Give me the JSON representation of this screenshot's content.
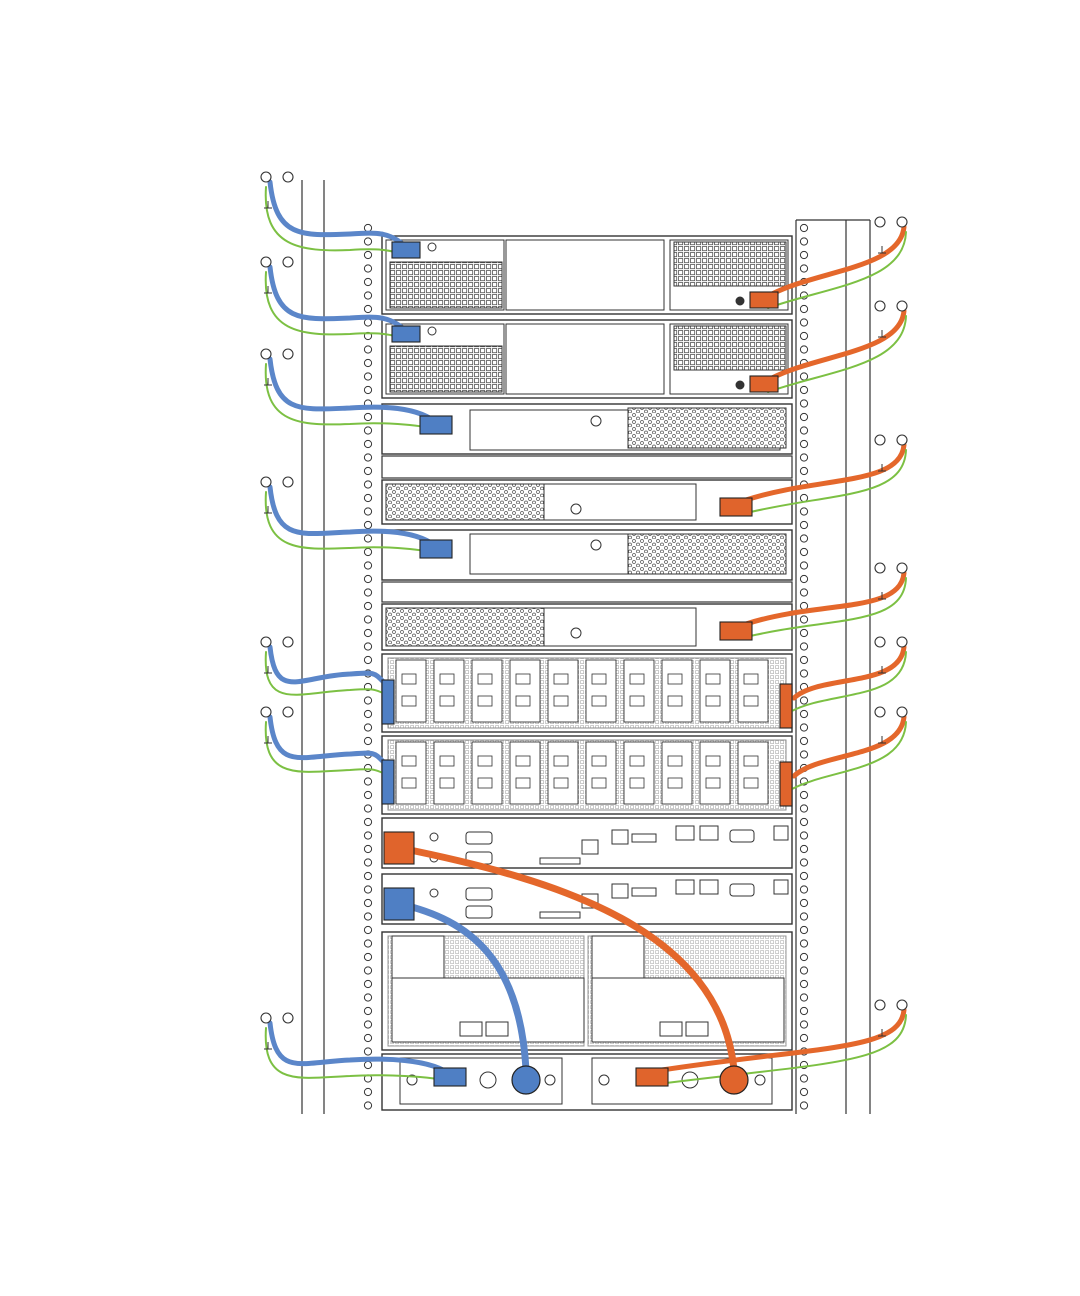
{
  "colors": {
    "background": "#ffffff",
    "line": "#333333",
    "panel_fill": "#ffffff",
    "grille": "#555555",
    "feed_a_cable": "#5b86c9",
    "feed_b_cable": "#e4672b",
    "ground_wire": "#7cc043",
    "feed_a_connector": "#4f7fc4",
    "feed_b_connector": "#e0642c"
  },
  "icons": {
    "ground_symbol": "ground-symbol-icon",
    "outlet": "ac-outlet-icon",
    "fan_grille": "fan-grille-icon",
    "screw": "screw-icon",
    "rj45": "rj45-port-icon",
    "serial": "db9-serial-port-icon"
  },
  "rack": {
    "feed_a_side": "left",
    "feed_b_side": "right",
    "mounting_holes": "round"
  },
  "equipment": [
    {
      "id": "psu-shelf-1",
      "kind": "power-supply-shelf"
    },
    {
      "id": "psu-shelf-2",
      "kind": "power-supply-shelf"
    },
    {
      "id": "pdu-module-1",
      "kind": "power-module",
      "inlet": "left"
    },
    {
      "id": "pdu-module-2",
      "kind": "power-module",
      "inlet": "right"
    },
    {
      "id": "pdu-module-3",
      "kind": "power-module",
      "inlet": "left"
    },
    {
      "id": "pdu-module-4",
      "kind": "power-module",
      "inlet": "right"
    },
    {
      "id": "io-chassis-1",
      "kind": "switch-chassis"
    },
    {
      "id": "io-chassis-2",
      "kind": "switch-chassis"
    },
    {
      "id": "controller-1",
      "kind": "controller",
      "feed": "b"
    },
    {
      "id": "controller-2",
      "kind": "controller",
      "feed": "a"
    },
    {
      "id": "storage-enclosure",
      "kind": "storage-enclosure"
    },
    {
      "id": "power-distribution-unit",
      "kind": "pdu-base"
    }
  ]
}
